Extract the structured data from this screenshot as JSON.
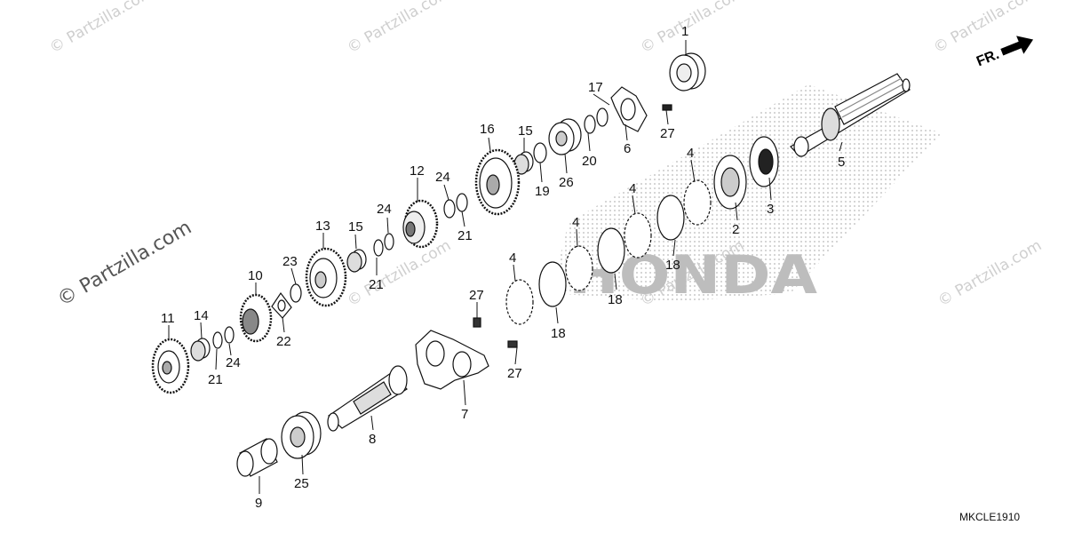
{
  "watermark": "© Partzilla.com",
  "brand": "HONDA",
  "direction_label": "FR.",
  "diagram_code": "MKCLE1910",
  "callouts": {
    "p1": "1",
    "p2": "2",
    "p3": "3",
    "p4a": "4",
    "p4b": "4",
    "p4c": "4",
    "p4d": "4",
    "p5": "5",
    "p6": "6",
    "p7": "7",
    "p8": "8",
    "p9": "9",
    "p10": "10",
    "p11": "11",
    "p12": "12",
    "p13": "13",
    "p14": "14",
    "p15a": "15",
    "p15b": "15",
    "p16": "16",
    "p17": "17",
    "p18a": "18",
    "p18b": "18",
    "p18c": "18",
    "p19": "19",
    "p20": "20",
    "p21a": "21",
    "p21b": "21",
    "p21c": "21",
    "p22": "22",
    "p23": "23",
    "p24a": "24",
    "p24b": "24",
    "p24c": "24",
    "p25": "25",
    "p26": "26",
    "p27a": "27",
    "p27b": "27",
    "p27c": "27"
  }
}
